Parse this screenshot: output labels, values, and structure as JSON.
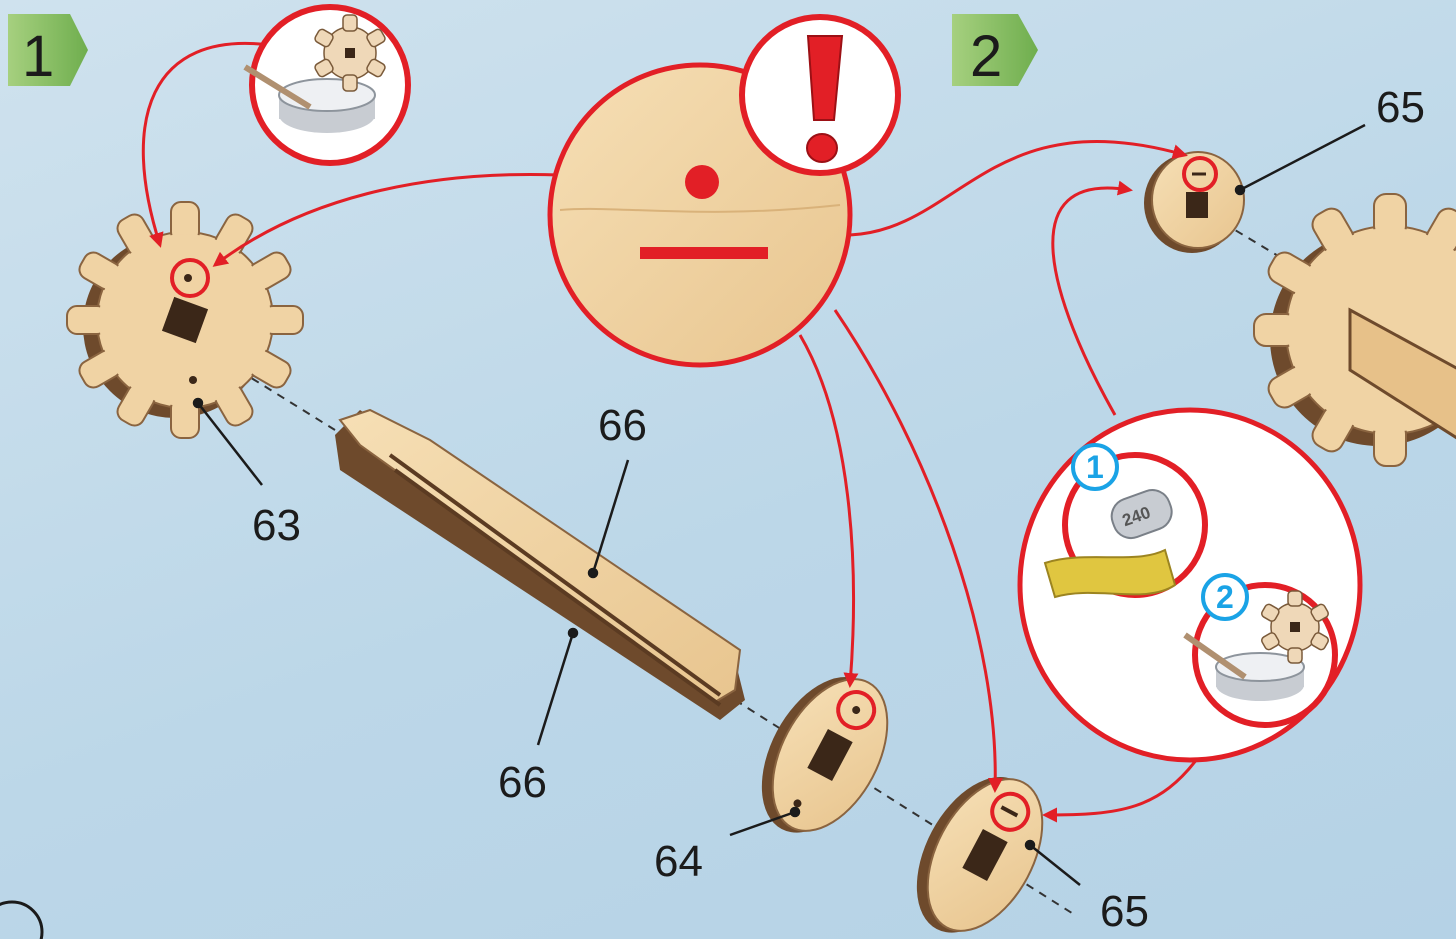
{
  "steps": [
    {
      "number": "1"
    },
    {
      "number": "2"
    }
  ],
  "part_labels": {
    "gear_63": "63",
    "stick_66_top": "66",
    "stick_66_bottom": "66",
    "disc_64": "64",
    "disc_65_top": "65",
    "disc_65_bottom": "65"
  },
  "instruction_badges": {
    "sanding_step": "1",
    "gluing_step": "2",
    "sandpaper_grit": "240"
  },
  "icons": [
    "warning-exclamation-icon",
    "glue-pot-icon",
    "sandpaper-roll-icon"
  ],
  "colors": {
    "accent_red": "#e21f26",
    "step_green": "#7fb85c",
    "wood": "#f0d3a4",
    "wood_edge": "#6e4a2c",
    "badge_blue": "#1aa3e6"
  }
}
